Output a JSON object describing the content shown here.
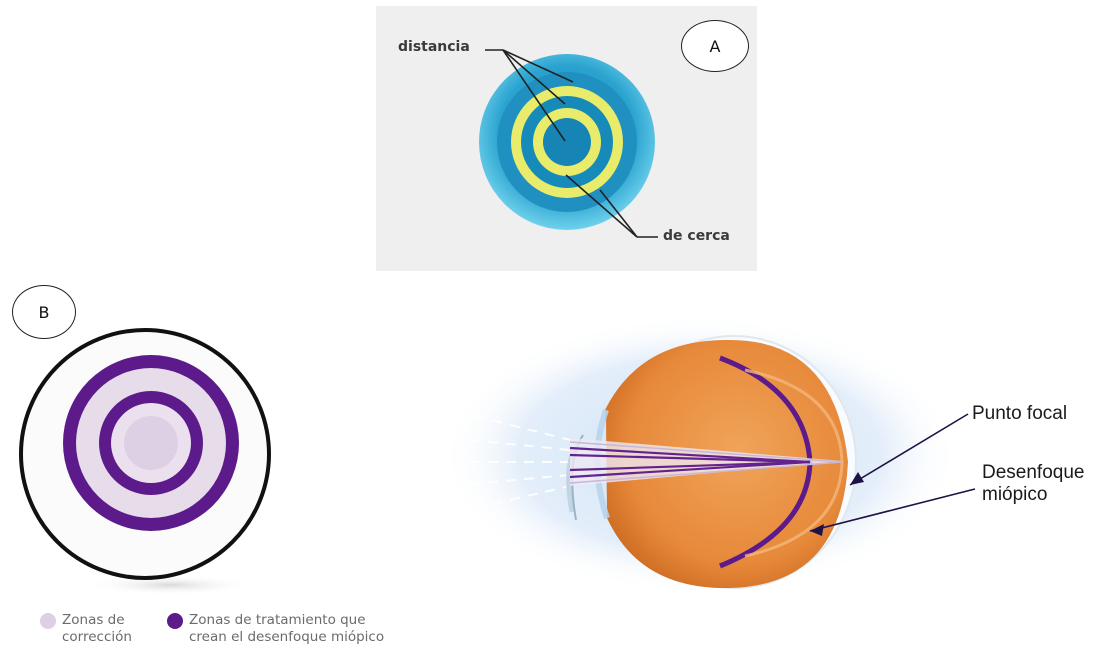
{
  "panel_a": {
    "badge": "A",
    "label_top": "distancia",
    "label_bottom": "de cerca"
  },
  "panel_b": {
    "badge": "B",
    "legend": [
      {
        "line1": "Zonas de",
        "line2": "corrección",
        "color": "#ddd0e4"
      },
      {
        "line1": "Zonas de tratamiento que",
        "line2": "crean el desenfoque miópico",
        "color": "#5c1a8a"
      }
    ]
  },
  "eye": {
    "label_focal": "Punto focal",
    "label_defocus_1": "Desenfoque",
    "label_defocus_2": "miópico"
  },
  "colors": {
    "lens_outer": "#2fb0d6",
    "lens_dark": "#1687b8",
    "yellow_ring": "#e6ea6a",
    "purple": "#5c1a8a",
    "lavender": "#e6dcea",
    "eye_orange": "#e8873a"
  }
}
